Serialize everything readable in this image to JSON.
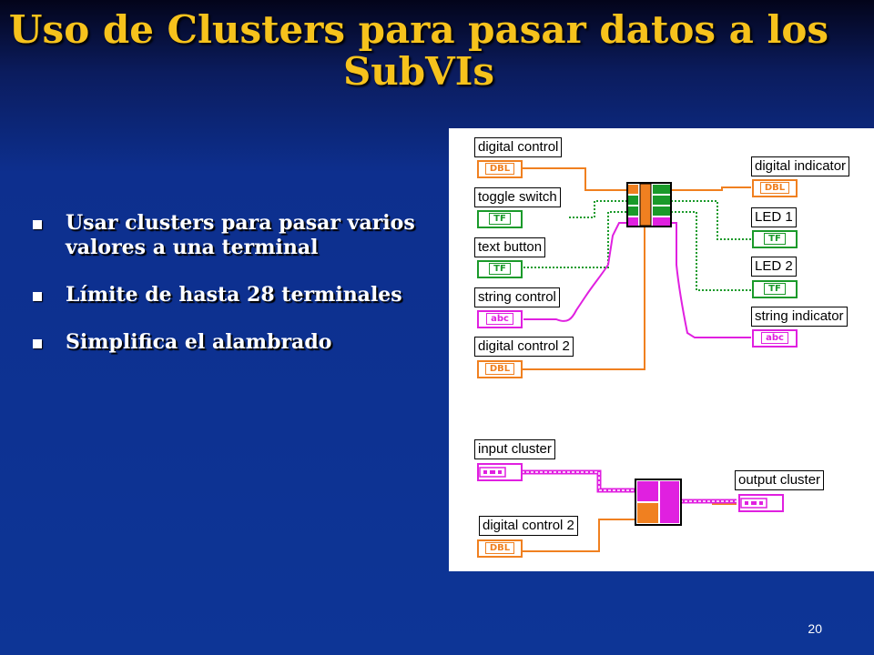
{
  "slide": {
    "title_line1": "Uso de Clusters para pasar datos a los",
    "title_line2": "SubVIs",
    "bullets": [
      "Usar clusters para pasar varios valores a una terminal",
      "Límite de hasta 28 terminales",
      "Simplifica el alambrado"
    ],
    "page_number": "20"
  },
  "diagram": {
    "labels": {
      "digital_control": "digital control",
      "toggle_switch": "toggle switch",
      "text_button": "text button",
      "string_control": "string control",
      "digital_control_2": "digital control 2",
      "digital_indicator": "digital indicator",
      "led1": "LED 1",
      "led2": "LED 2",
      "string_indicator": "string indicator",
      "input_cluster": "input cluster",
      "digital_control_2b": "digital control 2",
      "output_cluster": "output cluster"
    },
    "terminals": {
      "dbl": "DBL",
      "tf": "TF",
      "abc": "abc"
    },
    "colors": {
      "numeric": "#f08020",
      "boolean": "#1a9a2a",
      "string": "#e020e0",
      "title": "#f6c21c"
    }
  }
}
